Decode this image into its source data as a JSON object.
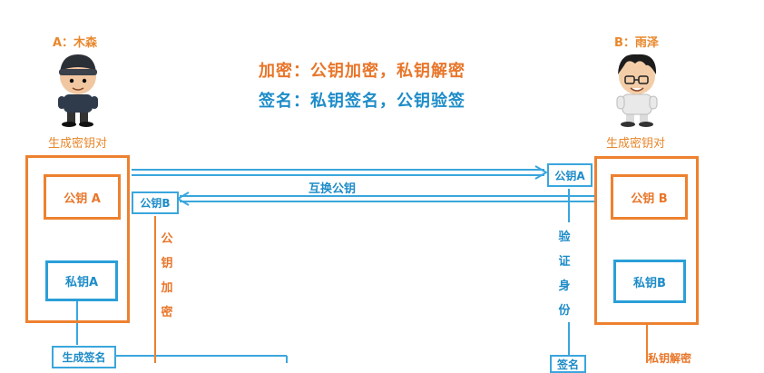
{
  "header": {
    "encrypt_line": "加密：公钥加密，私钥解密",
    "sign_line": "签名：私钥签名，公钥验签"
  },
  "user_a": {
    "label": "A：木森",
    "generate_label": "生成密钥对",
    "public_key": "公钥 A",
    "private_key": "私钥A"
  },
  "user_b": {
    "label": "B：雨泽",
    "generate_label": "生成密钥对",
    "public_key": "公钥 B",
    "private_key": "私钥B"
  },
  "exchange": {
    "label": "互换公钥",
    "received_b": "公钥B",
    "received_a": "公钥A"
  },
  "flows": {
    "public_encrypt": [
      "公",
      "钥",
      "加",
      "密"
    ],
    "verify_identity": [
      "验",
      "证",
      "身",
      "份"
    ],
    "private_decrypt": "私钥解密",
    "generate_signature": "生成签名",
    "sign_partial": "签名"
  },
  "colors": {
    "orange": "#ed8130",
    "blue": "#2a9fd8"
  }
}
